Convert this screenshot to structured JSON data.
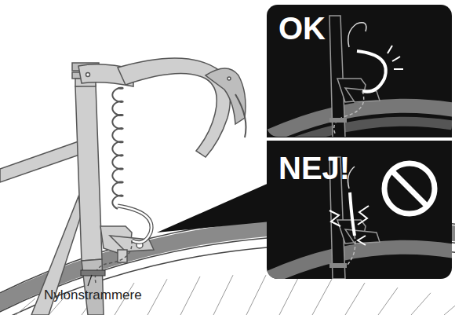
{
  "diagram": {
    "labels": [
      "OK",
      "NEJ!",
      "Nylonstrammere"
    ]
  }
}
